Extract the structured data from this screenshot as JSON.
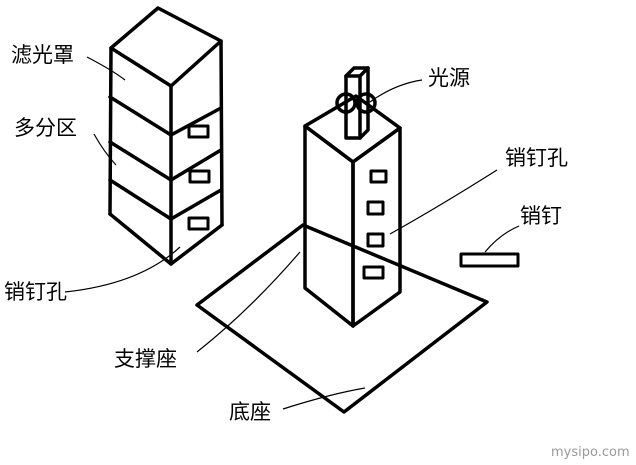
{
  "labels": {
    "filter_cover": "滤光罩",
    "multi_zone": "多分区",
    "pin_hole_left": "销钉孔",
    "support_base": "支撑座",
    "bottom_base": "底座",
    "light_source": "光源",
    "pin_hole_right": "销钉孔",
    "pin": "销钉"
  },
  "watermark": "mysipo.com"
}
